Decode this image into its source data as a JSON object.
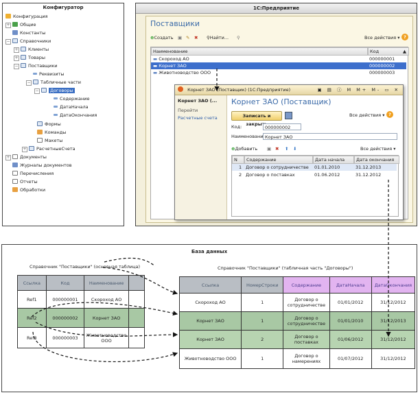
{
  "config": {
    "title": "Конфигуратор",
    "root": "Конфигурация",
    "items": [
      "Общие",
      "Константы",
      "Справочники",
      "Клиенты",
      "Товары",
      "Поставщики",
      "Реквизиты",
      "Табличные части",
      "Договоры",
      "Содержание",
      "ДатаНачала",
      "ДатаОкончания",
      "Формы",
      "Команды",
      "Макеты",
      "РасчетныеСчета",
      "Документы",
      "Журналы документов",
      "Перечисления",
      "Отчеты",
      "Обработки"
    ]
  },
  "app": {
    "title": "1С:Предприятие",
    "list_title": "Поставщики",
    "create": "Создать",
    "find": "Найти...",
    "all_actions": "Все действия",
    "col_name": "Наименование",
    "col_code": "Код",
    "rows": [
      {
        "name": "Скороход АО",
        "code": "000000001"
      },
      {
        "name": "Корнет ЗАО",
        "code": "000000002"
      },
      {
        "name": "Животноводство ООО",
        "code": "000000003"
      }
    ]
  },
  "form": {
    "title": "Корнет ЗАО (Поставщик) (1С:Предприятие)",
    "side_title": "Корнет ЗАО (...",
    "side_links": [
      "Перейти",
      "Расчетные счета"
    ],
    "heading": "Корнет ЗАО (Поставщик)",
    "save_close": "Записать и закрыть",
    "all_actions": "Все действия",
    "code_label": "Код:",
    "code_value": "000000002",
    "name_label": "Наименование:",
    "name_value": "Корнет ЗАО",
    "add": "Добавить",
    "all_actions2": "Все действия",
    "cols": [
      "N",
      "Содержание",
      "Дата начала",
      "Дата окончания"
    ],
    "rows": [
      {
        "n": "1",
        "content": "Договор о сотрудничестве",
        "start": "01.01.2010",
        "end": "31.12.2013"
      },
      {
        "n": "2",
        "content": "Договор о поставках",
        "start": "01.06.2012",
        "end": "31.12.2012"
      }
    ]
  },
  "db": {
    "title": "База данных",
    "left_caption": "Справочник \"Поставщики\" (основная таблица)",
    "right_caption": "Справочник \"Поставщики\" (табличная часть \"Договоры\")",
    "left_cols": [
      "Ссылка",
      "Код",
      "Наименование"
    ],
    "left_rows": [
      [
        "Ref1",
        "000000001",
        "Скороход АО"
      ],
      [
        "Ref2",
        "000000002",
        "Корнет ЗАО"
      ],
      [
        "Ref3",
        "000000003",
        "Животноводство ООО"
      ]
    ],
    "right_cols": [
      "Ссылка",
      "НомерСтроки",
      "Содержание",
      "ДатаНачала",
      "ДатаОкончания"
    ],
    "right_rows": [
      [
        "Скороход АО",
        "1",
        "Договор о сотрудничестве",
        "01/01/2012",
        "31/12/2012"
      ],
      [
        "Корнет ЗАО",
        "1",
        "Договор о сотрудничестве",
        "01/01/2010",
        "31/12/2013"
      ],
      [
        "Корнет ЗАО",
        "2",
        "Договор о поставках",
        "01/06/2012",
        "31/12/2012"
      ],
      [
        "Животноводство ООО",
        "1",
        "Договор о намерениях",
        "01/07/2012",
        "31/12/2012"
      ]
    ]
  }
}
